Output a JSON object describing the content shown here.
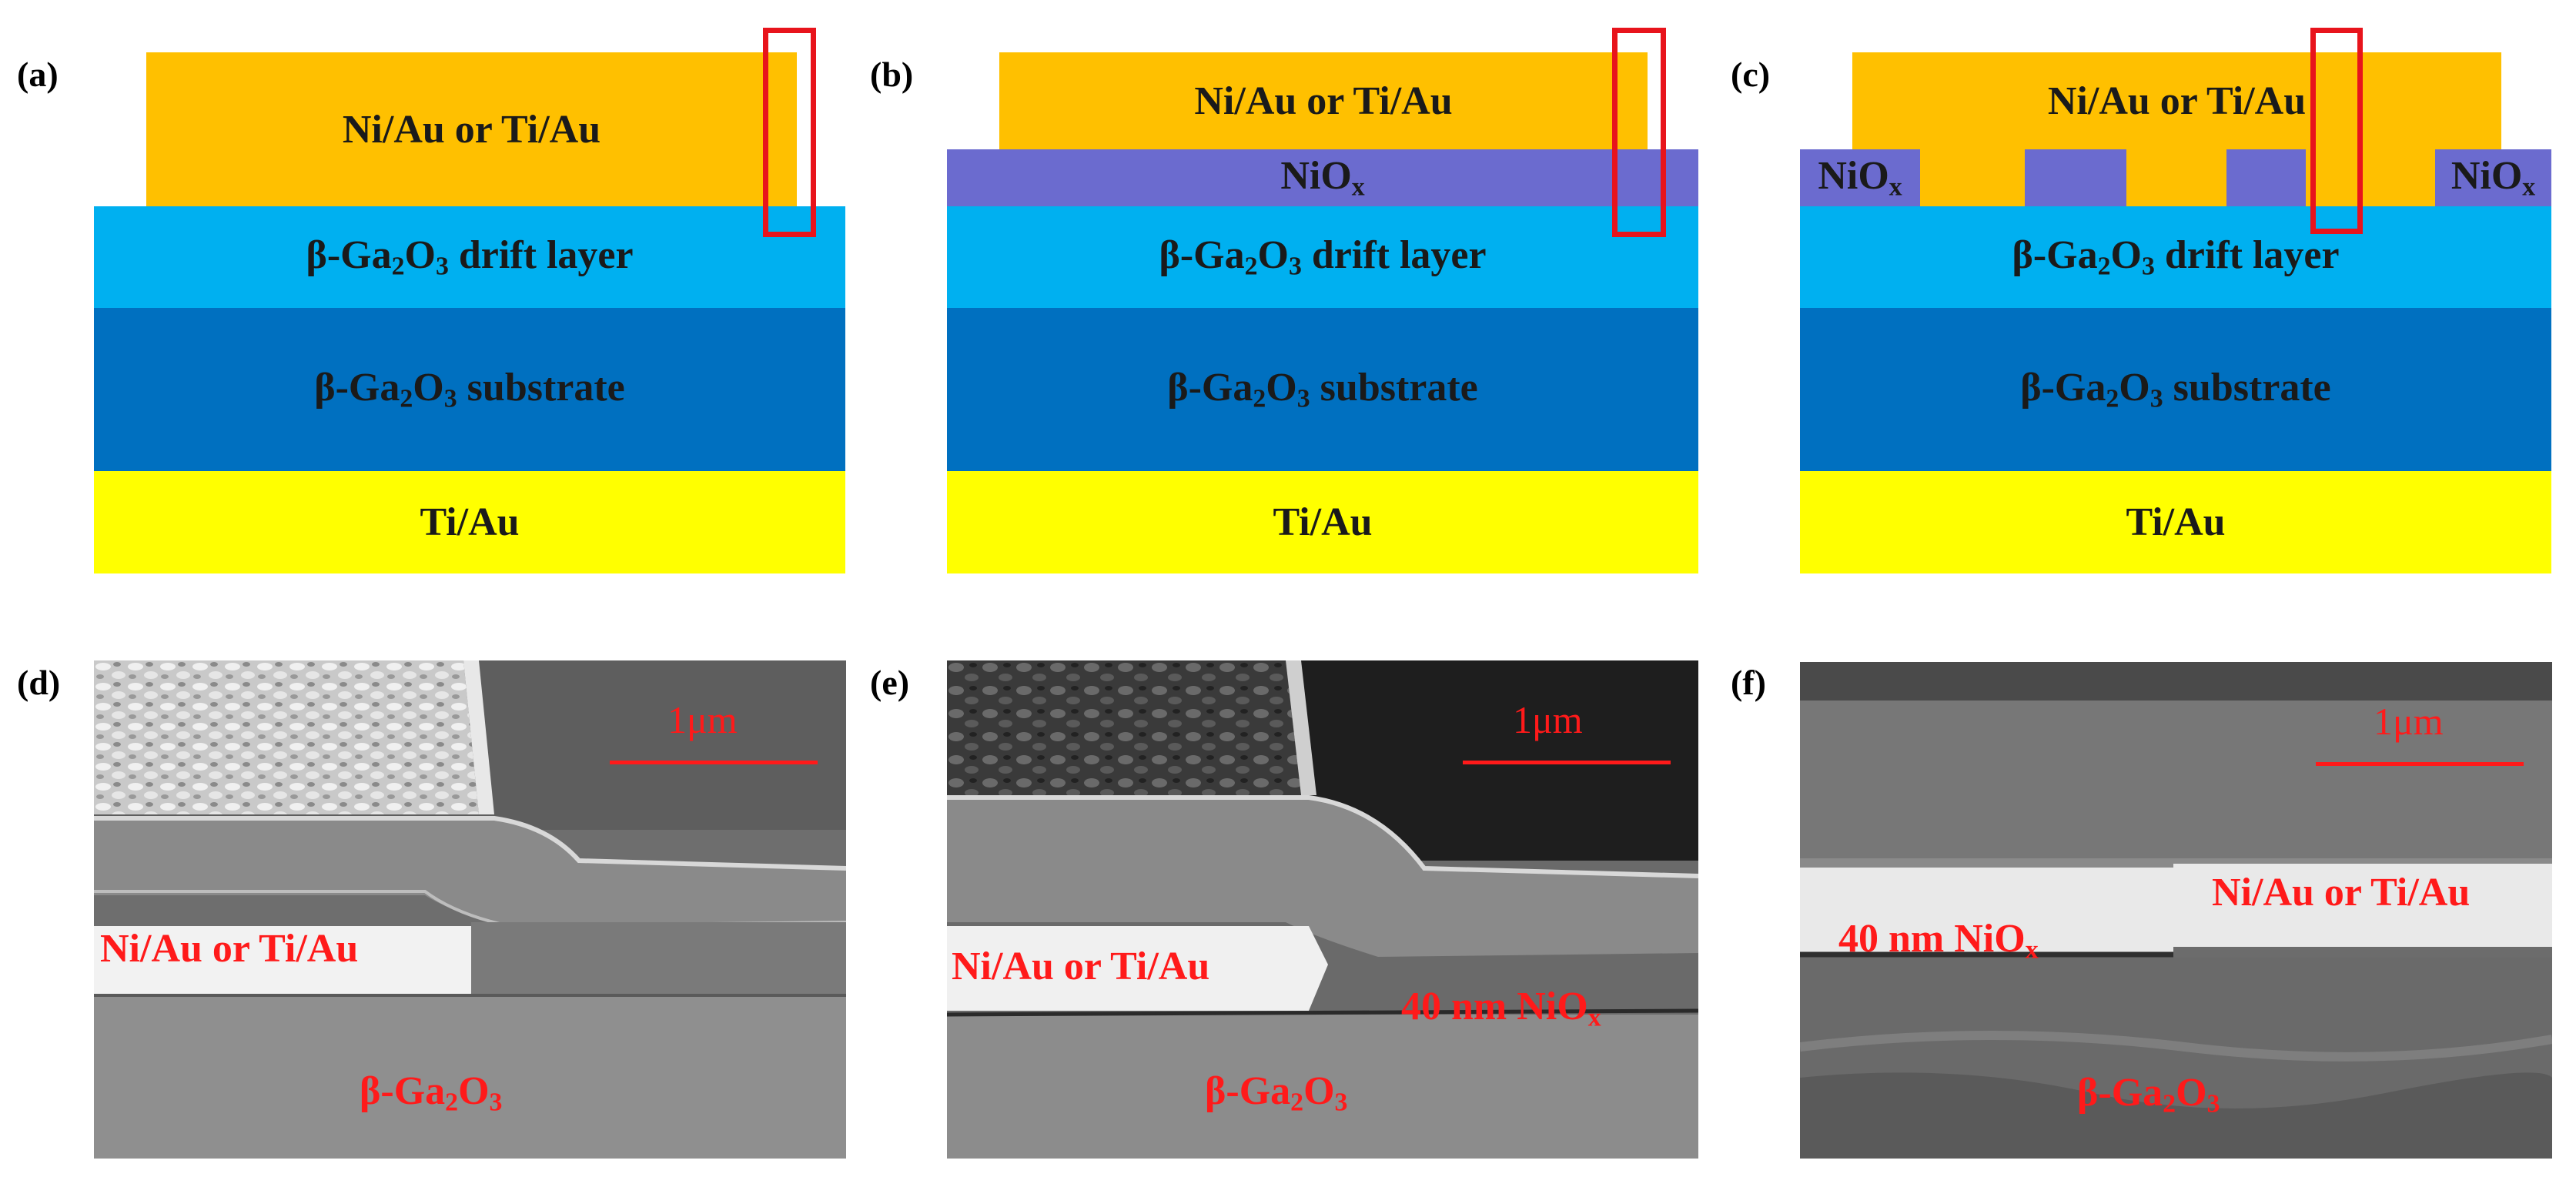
{
  "panels": {
    "a": "(a)",
    "b": "(b)",
    "c": "(c)",
    "d": "(d)",
    "e": "(e)",
    "f": "(f)"
  },
  "layers": {
    "metal": "Ni/Au or Ti/Au",
    "nio_prefix": "NiO",
    "nio_sub": "x",
    "drift_prefix": "β-Ga",
    "drift_sub1": "2",
    "drift_mid": "O",
    "drift_sub2": "3",
    "drift_suffix": " drift layer",
    "substrate_suffix": " substrate",
    "backside": "Ti/Au"
  },
  "sem": {
    "scale": "1μm",
    "metal": "Ni/Au or Ti/Au",
    "nio_prefix": "40 nm NiO",
    "nio_sub": "x",
    "ga_prefix": "β-Ga",
    "ga_sub1": "2",
    "ga_mid": "O",
    "ga_sub2": "3"
  },
  "colors": {
    "metal": "#FFC000",
    "nio": "#6B6BCF",
    "drift": "#00B0F0",
    "substrate": "#0070C0",
    "backside": "#FFFF00",
    "highlight": "#E8141C"
  }
}
